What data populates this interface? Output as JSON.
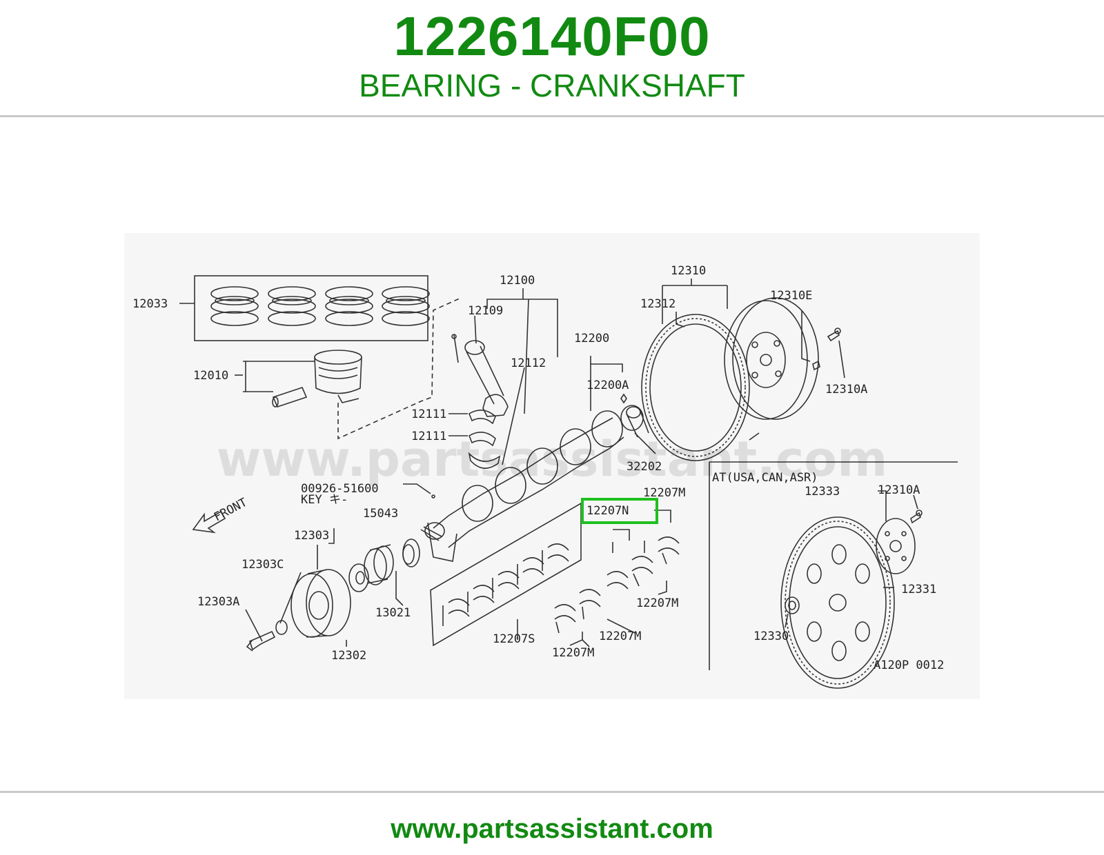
{
  "header": {
    "part_number": "1226140F00",
    "description": "BEARING - CRANKSHAFT"
  },
  "diagram": {
    "watermark": "www.partsassistant.com",
    "highlight_color": "#1fbf1f",
    "labels": {
      "l12033": "12033",
      "l12010": "12010",
      "l12100": "12100",
      "l12109": "12109",
      "l12112": "12112",
      "l12111a": "12111",
      "l12111b": "12111",
      "l12200": "12200",
      "l12200A": "12200A",
      "l32202": "32202",
      "l12310": "12310",
      "l12312": "12312",
      "l12310E": "12310E",
      "l12310A": "12310A",
      "l00926": "00926-51600",
      "lkey": "KEY キ-",
      "lfront": "FRONT",
      "l15043": "15043",
      "l12303": "12303",
      "l12303C": "12303C",
      "l12303A": "12303A",
      "l12302": "12302",
      "l13021": "13021",
      "l12207N": "12207N",
      "l12207Ma": "12207M",
      "l12207Mb": "12207M",
      "l12207Mc": "12207M",
      "l12207Md": "12207M",
      "l12207S": "12207S",
      "lat": "AT(USA,CAN,ASR)",
      "l12333": "12333",
      "l12310A2": "12310A",
      "l12331": "12331",
      "l12330": "12330",
      "lcode": "A120P 0012"
    }
  },
  "footer": {
    "url": "www.partsassistant.com"
  }
}
